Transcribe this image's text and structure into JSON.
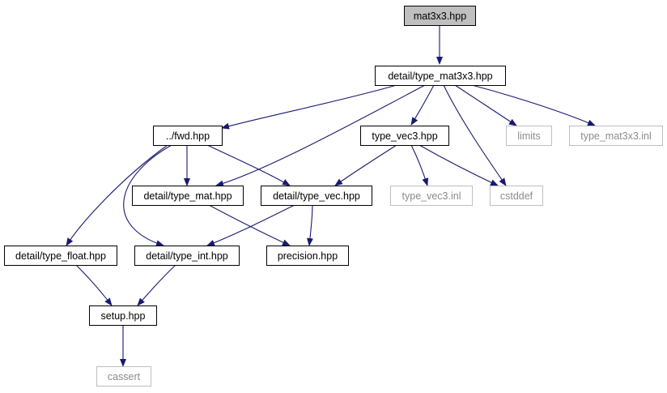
{
  "colors": {
    "edge": "#191970",
    "root_fill": "#bfbfbf",
    "node_border": "#000000",
    "external_border": "#bfbfbf",
    "external_text": "#8c8c8c"
  },
  "nodes": [
    {
      "id": "mat3x3",
      "label": "mat3x3.hpp",
      "kind": "root"
    },
    {
      "id": "type_mat3x3",
      "label": "detail/type_mat3x3.hpp",
      "kind": "normal"
    },
    {
      "id": "fwd",
      "label": "../fwd.hpp",
      "kind": "normal"
    },
    {
      "id": "type_vec3",
      "label": "type_vec3.hpp",
      "kind": "normal"
    },
    {
      "id": "limits",
      "label": "limits",
      "kind": "external"
    },
    {
      "id": "type_mat3x3_inl",
      "label": "type_mat3x3.inl",
      "kind": "external"
    },
    {
      "id": "type_mat",
      "label": "detail/type_mat.hpp",
      "kind": "normal"
    },
    {
      "id": "type_vec",
      "label": "detail/type_vec.hpp",
      "kind": "normal"
    },
    {
      "id": "type_vec3_inl",
      "label": "type_vec3.inl",
      "kind": "external"
    },
    {
      "id": "cstddef",
      "label": "cstddef",
      "kind": "external"
    },
    {
      "id": "type_float",
      "label": "detail/type_float.hpp",
      "kind": "normal"
    },
    {
      "id": "type_int",
      "label": "detail/type_int.hpp",
      "kind": "normal"
    },
    {
      "id": "precision",
      "label": "precision.hpp",
      "kind": "normal"
    },
    {
      "id": "setup",
      "label": "setup.hpp",
      "kind": "normal"
    },
    {
      "id": "cassert",
      "label": "cassert",
      "kind": "external"
    }
  ],
  "edges": [
    {
      "from": "mat3x3",
      "to": "type_mat3x3"
    },
    {
      "from": "type_mat3x3",
      "to": "fwd"
    },
    {
      "from": "type_mat3x3",
      "to": "type_mat"
    },
    {
      "from": "type_mat3x3",
      "to": "type_vec3"
    },
    {
      "from": "type_mat3x3",
      "to": "limits"
    },
    {
      "from": "type_mat3x3",
      "to": "type_mat3x3_inl"
    },
    {
      "from": "type_mat3x3",
      "to": "cstddef"
    },
    {
      "from": "fwd",
      "to": "type_mat"
    },
    {
      "from": "fwd",
      "to": "type_vec"
    },
    {
      "from": "fwd",
      "to": "type_float"
    },
    {
      "from": "fwd",
      "to": "type_int"
    },
    {
      "from": "type_vec3",
      "to": "type_vec"
    },
    {
      "from": "type_vec3",
      "to": "type_vec3_inl"
    },
    {
      "from": "type_vec3",
      "to": "cstddef"
    },
    {
      "from": "type_mat",
      "to": "precision"
    },
    {
      "from": "type_vec",
      "to": "type_int"
    },
    {
      "from": "type_vec",
      "to": "precision"
    },
    {
      "from": "type_float",
      "to": "setup"
    },
    {
      "from": "type_int",
      "to": "setup"
    },
    {
      "from": "setup",
      "to": "cassert"
    }
  ]
}
